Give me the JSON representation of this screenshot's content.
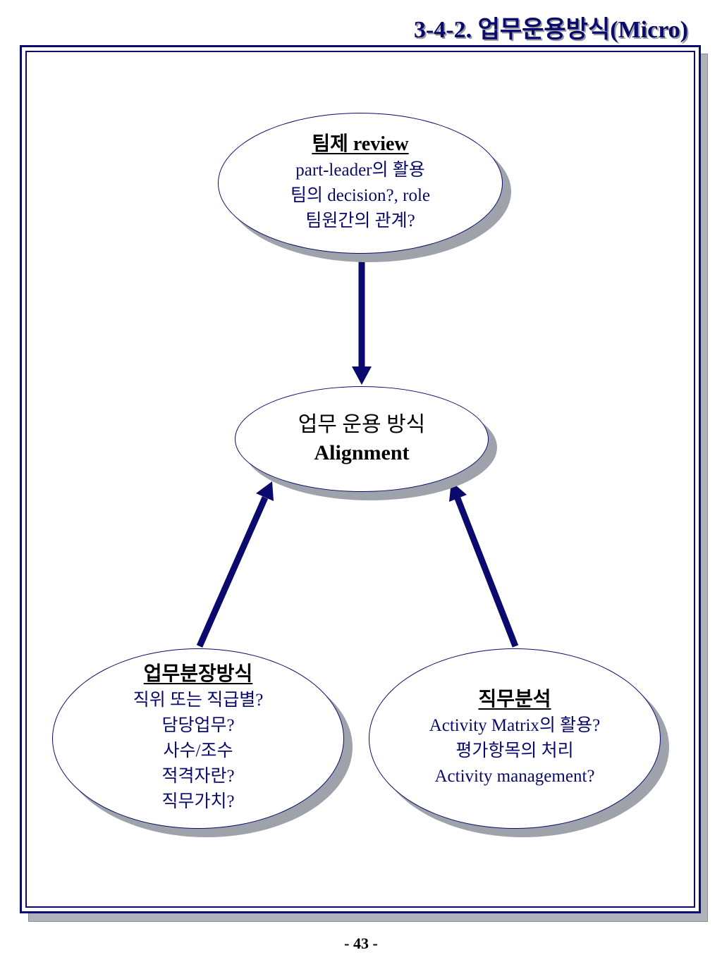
{
  "title": "3-4-2. 업무운용방식(Micro)",
  "page_number": "- 43 -",
  "colors": {
    "primary": "#0a0a6e",
    "shadow": "#9ea2aa"
  },
  "nodes": {
    "top": {
      "title": "팀제 review",
      "lines": [
        "part-leader의 활용",
        "팀의 decision?, role",
        "팀원간의 관계?"
      ]
    },
    "center": {
      "line1": "업무 운용 방식",
      "line2": "Alignment"
    },
    "left": {
      "title": "업무분장방식",
      "lines": [
        "직위 또는 직급별?",
        "담당업무?",
        "사수/조수",
        "적격자란?",
        "직무가치?"
      ]
    },
    "right": {
      "title": "직무분석",
      "lines": [
        "Activity Matrix의 활용?",
        "평가항목의 처리",
        "Activity management?"
      ]
    }
  },
  "edges": [
    {
      "from": "top",
      "to": "center"
    },
    {
      "from": "left",
      "to": "center"
    },
    {
      "from": "right",
      "to": "center"
    }
  ]
}
